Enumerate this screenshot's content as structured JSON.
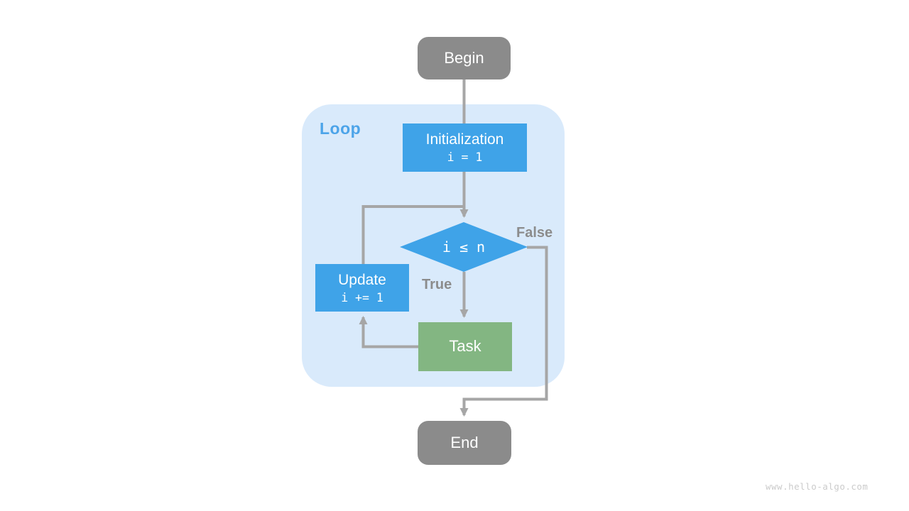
{
  "watermark": "www.hello-algo.com",
  "diagram": {
    "container_label": "Loop",
    "nodes": {
      "begin": {
        "label": "Begin"
      },
      "initialization": {
        "label": "Initialization",
        "code": "i = 1"
      },
      "condition": {
        "label": "i ≤ n"
      },
      "update": {
        "label": "Update",
        "code": "i += 1"
      },
      "task": {
        "label": "Task"
      },
      "end": {
        "label": "End"
      }
    },
    "edge_labels": {
      "true": "True",
      "false": "False"
    },
    "colors": {
      "terminal_gray": "#8b8b8b",
      "process_blue": "#3fa3e8",
      "task_green": "#83b682",
      "loop_background": "#d9eafb",
      "loop_label_blue": "#4ca4e9",
      "arrow_gray": "#a6a6a6",
      "edge_label_gray": "#8c8c8c",
      "watermark_gray": "#cbcbcb"
    }
  }
}
